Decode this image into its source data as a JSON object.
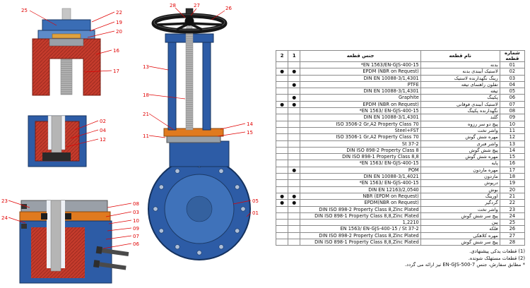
{
  "table": {
    "headers": {
      "col2": "2",
      "col1": "1",
      "material": "جنس قطعه",
      "name": "نام قطعه",
      "number_l1": "شماره",
      "number_l2": "قطعه"
    },
    "rows": [
      {
        "no": "01",
        "name": "بدنه",
        "material": "*EN 1563/EN-GJS-400-15",
        "d1": "",
        "d2": ""
      },
      {
        "no": "02",
        "name": "لاستیک آببندی بدنه",
        "material": "EPDM (NBR on Request)",
        "d1": "●",
        "d2": "●"
      },
      {
        "no": "03",
        "name": "رینگ نگهدارنده لاستیک",
        "material": "DIN EN 10088-3/1,4301",
        "d1": "",
        "d2": ""
      },
      {
        "no": "04",
        "name": "تفلون راهنمای تیغه",
        "material": "PTFE",
        "d1": "●",
        "d2": ""
      },
      {
        "no": "05",
        "name": "تیغه",
        "material": "DIN EN 10088-3/1,4301",
        "d1": "",
        "d2": ""
      },
      {
        "no": "06",
        "name": "پکینگ",
        "material": "Graphite",
        "d1": "●",
        "d2": ""
      },
      {
        "no": "07",
        "name": "لاستیک آببندی فوقانی",
        "material": "EPDM (NBR on Request)",
        "d1": "●",
        "d2": "●"
      },
      {
        "no": "08",
        "name": "نگهدارنده پکینگ",
        "material": "*EN 1563/ EN-GJS-400-15",
        "d1": "",
        "d2": ""
      },
      {
        "no": "09",
        "name": "گلند",
        "material": "DIN EN 10088-3/1,4301",
        "d1": "",
        "d2": ""
      },
      {
        "no": "10",
        "name": "پیچ دو سر رزوه",
        "material": "ISO 3506-2 Gr,A2 Property Class 70",
        "d1": "",
        "d2": ""
      },
      {
        "no": "11",
        "name": "واشر تخت",
        "material": "Steel+FST",
        "d1": "",
        "d2": ""
      },
      {
        "no": "12",
        "name": "مهره شش گوش",
        "material": "ISO 3506-1 Gr,A2 Property Class 70",
        "d1": "",
        "d2": ""
      },
      {
        "no": "13",
        "name": "واشر فنری",
        "material": "St 37-2",
        "d1": "",
        "d2": ""
      },
      {
        "no": "14",
        "name": "پیچ شش گوش",
        "material": "DIN ISO 898-2 Property Class 8",
        "d1": "",
        "d2": ""
      },
      {
        "no": "15",
        "name": "مهره شش گوش",
        "material": "DIN ISO 898-1 Property Class 8,8",
        "d1": "",
        "d2": ""
      },
      {
        "no": "16",
        "name": "پایه",
        "material": "*EN 1563/ EN-GJS-400-15",
        "d1": "",
        "d2": ""
      },
      {
        "no": "17",
        "name": "مهره ماردون",
        "material": "POM",
        "d1": "●",
        "d2": ""
      },
      {
        "no": "18",
        "name": "ماردون",
        "material": "DIN EN 10088-3/1,4021",
        "d1": "",
        "d2": ""
      },
      {
        "no": "19",
        "name": "درپوش",
        "material": "*EN 1563/ EN-GJS-400-15",
        "d1": "",
        "d2": ""
      },
      {
        "no": "20",
        "name": "بوش",
        "material": "DIN EN 12163/2,0540",
        "d1": "",
        "d2": ""
      },
      {
        "no": "21",
        "name": "اورینگ",
        "material": "NBR (EPDM on Request)",
        "d1": "●",
        "d2": "●"
      },
      {
        "no": "22",
        "name": "گردگیر",
        "material": "EPDM(NBR on Request)",
        "d1": "●",
        "d2": "●"
      },
      {
        "no": "23",
        "name": "واشر تخت",
        "material": "DIN ISO 898-2 Property Class 8,Zinc Plated",
        "d1": "",
        "d2": ""
      },
      {
        "no": "24",
        "name": "پیچ سر شش گوش",
        "material": "DIN ISO 898-1 Property Class 8,8,Zinc Plated",
        "d1": "",
        "d2": ""
      },
      {
        "no": "25",
        "name": "پین",
        "material": "1,2210",
        "d1": "",
        "d2": ""
      },
      {
        "no": "26",
        "name": "فلکه",
        "material": "EN 1563/ EN-GJS-400-15 / St 37-2",
        "d1": "",
        "d2": ""
      },
      {
        "no": "27",
        "name": "مهره کلاهکی",
        "material": "DIN ISO 898-2 Property Class 8,Zinc Plated",
        "d1": "",
        "d2": ""
      },
      {
        "no": "28",
        "name": "پیچ سر شش گوش",
        "material": "DIN ISO 898-1 Property Class 8,8,Zinc Plated",
        "d1": "",
        "d2": ""
      }
    ],
    "footnotes": {
      "f1": "(1) قطعات یدکی پیشنهادی.",
      "f2": "(2) قطعات مستهلک شونده.",
      "f3": "* مطابق سفارش، جنس EN-GJS-500-7 نیز ارائه می گردد."
    }
  },
  "drawing": {
    "callouts": {
      "n01": "01",
      "n02": "02",
      "n03": "03",
      "n04": "04",
      "n05": "05",
      "n06": "06",
      "n07": "07",
      "n08": "08",
      "n09": "09",
      "n10": "10",
      "n11": "11",
      "n12": "12",
      "n13": "13",
      "n14": "14",
      "n15": "15",
      "n16": "16",
      "n17": "17",
      "n18": "18",
      "n19": "19",
      "n20": "20",
      "n21": "21",
      "n22": "22",
      "n23": "23",
      "n24": "24",
      "n25": "25",
      "n26": "26",
      "n27": "27",
      "n28": "28"
    },
    "colors": {
      "body_blue": "#2d5ca6",
      "section_red": "#c43b2c",
      "gland_orange": "#e07a1f",
      "callout_red": "#e00000",
      "handwheel_black": "#161616"
    }
  }
}
